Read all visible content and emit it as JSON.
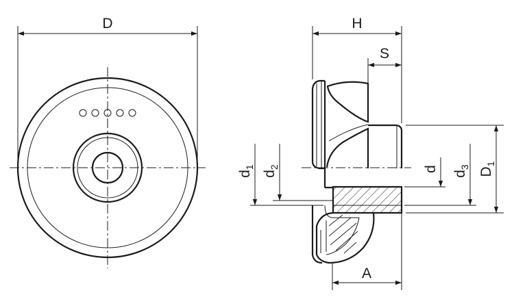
{
  "labels": {
    "D": "D",
    "H": "H",
    "S": "S",
    "A": "A",
    "d": "d",
    "d1": "d",
    "d1_sub": "1",
    "d2": "d",
    "d2_sub": "2",
    "d3": "d",
    "d3_sub": "3",
    "D1": "D",
    "D1_sub": "1"
  },
  "colors": {
    "line": "#1a1a1a",
    "background": "#ffffff"
  }
}
